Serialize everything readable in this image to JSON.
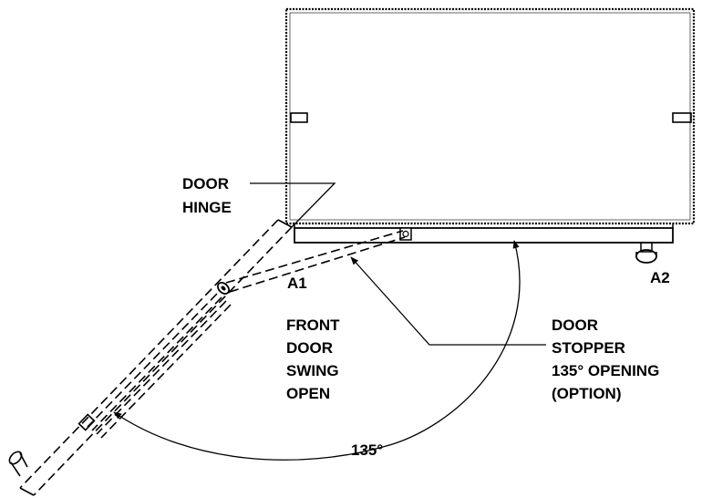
{
  "labels": {
    "door_hinge": [
      "DOOR",
      "HINGE"
    ],
    "a1": "A1",
    "a2": "A2",
    "front_door_swing": [
      "FRONT",
      "DOOR",
      "SWING",
      "OPEN"
    ],
    "door_stopper": [
      "DOOR",
      "STOPPER",
      "135° OPENING",
      "(OPTION)"
    ],
    "angle": "135°"
  }
}
